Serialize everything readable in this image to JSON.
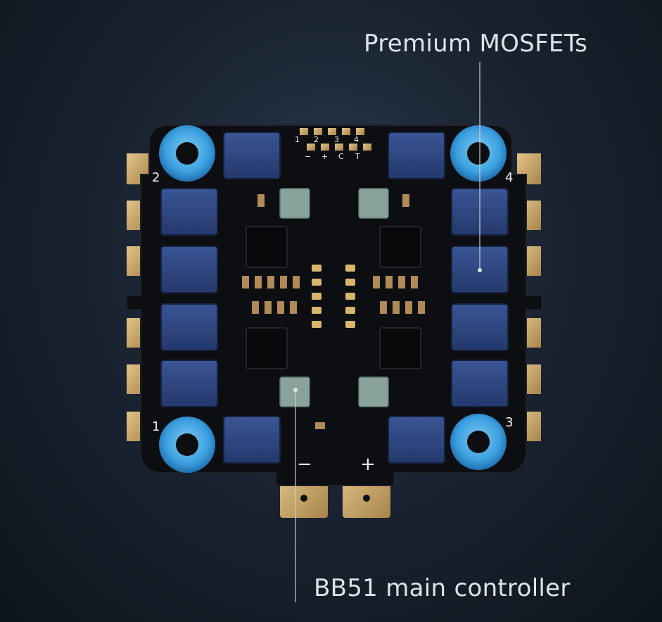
{
  "callouts": {
    "mosfets": "Premium MOSFETs",
    "controller": "BB51 main controller"
  },
  "board": {
    "motor_labels": [
      "1",
      "2",
      "3",
      "4"
    ],
    "power_minus": "−",
    "power_plus": "+",
    "pad_labels_top": [
      "1",
      "2",
      "3",
      "4"
    ],
    "pad_labels_bottom": [
      "−",
      "+",
      "C",
      "T"
    ]
  },
  "colors": {
    "background": "#1a2432",
    "pcb": "#0d0f12",
    "mosfet": "#2f4a8a",
    "grommet": "#3da0e0",
    "gold": "#c9a468",
    "controller_chip": "#8aa39a"
  }
}
